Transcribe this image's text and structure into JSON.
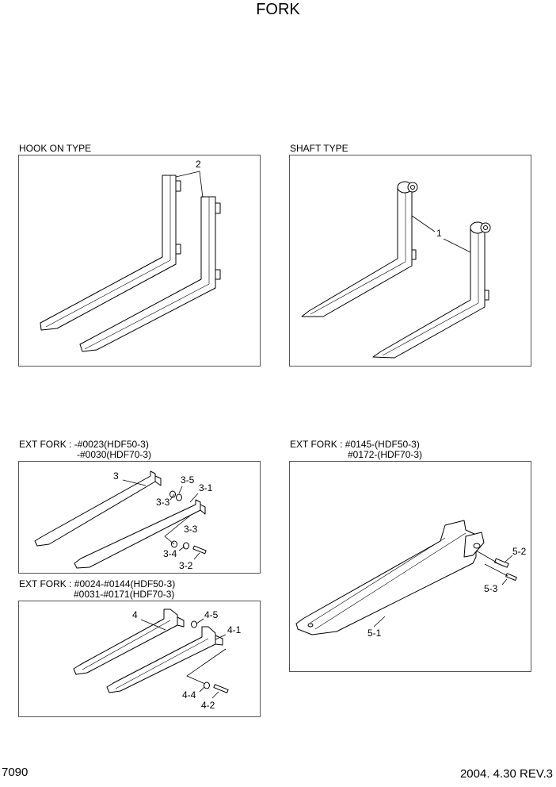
{
  "page": {
    "title": "FORK",
    "page_number": "7090",
    "revision": "2004. 4.30 REV.3"
  },
  "panels": {
    "hook_on": {
      "heading": "HOOK ON TYPE",
      "callouts": [
        "2"
      ]
    },
    "shaft": {
      "heading": "SHAFT TYPE",
      "callouts": [
        "1"
      ]
    },
    "ext_a": {
      "heading_line1": "EXT FORK : -#0023(HDF50-3)",
      "heading_line2": "-#0030(HDF70-3)",
      "callouts": [
        "3",
        "3-5",
        "3-1",
        "3-3",
        "3-3",
        "3-4",
        "3-2"
      ]
    },
    "ext_b": {
      "heading_line1": "EXT FORK : #0024-#0144(HDF50-3)",
      "heading_line2": "#0031-#0171(HDF70-3)",
      "callouts": [
        "4",
        "4-5",
        "4-1",
        "4-4",
        "4-2"
      ]
    },
    "ext_c": {
      "heading_line1": "EXT FORK : #0145-(HDF50-3)",
      "heading_line2": "#0172-(HDF70-3)",
      "callouts": [
        "5-2",
        "5-3",
        "5-1"
      ]
    }
  }
}
